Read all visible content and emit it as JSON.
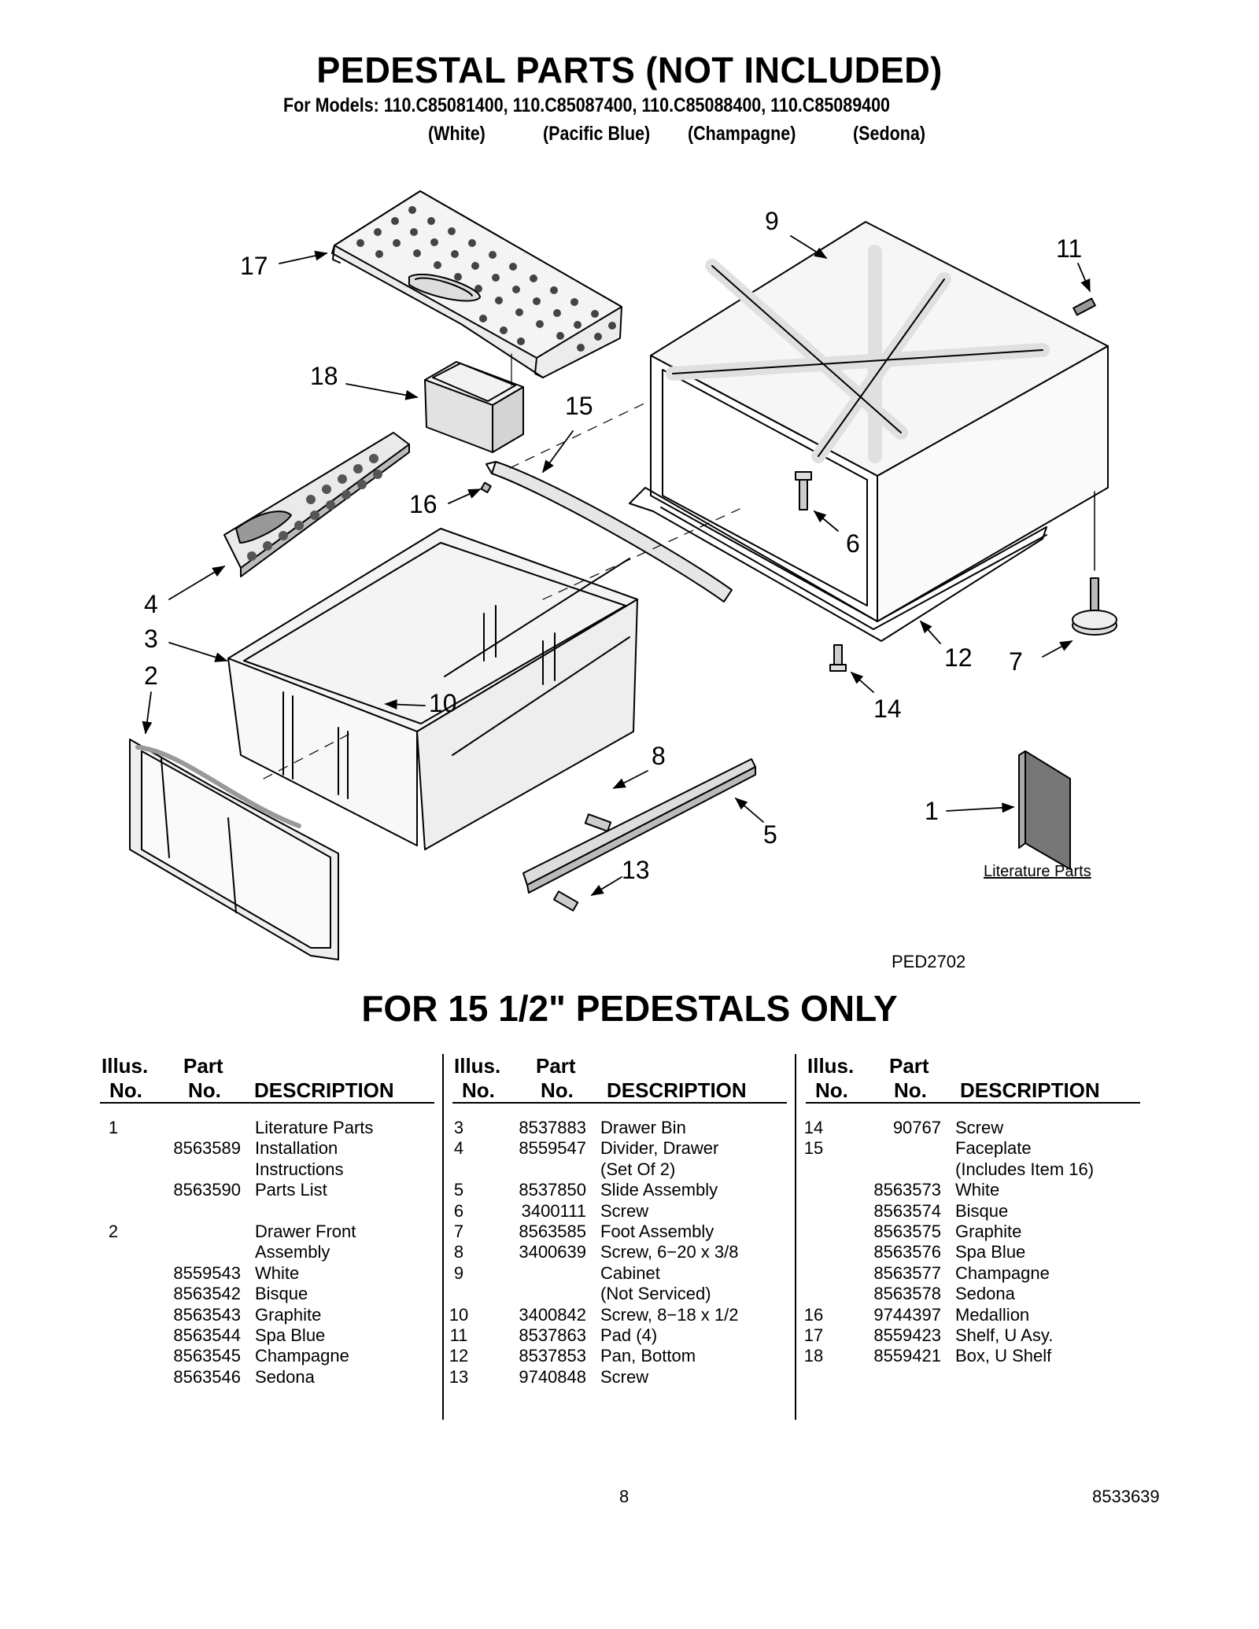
{
  "header": {
    "title": "PEDESTAL PARTS (NOT INCLUDED)",
    "models_line": "For Models: 110.C85081400, 110.C85087400, 110.C85088400, 110.C85089400",
    "colors": [
      "(White)",
      "(Pacific Blue)",
      "(Champagne)",
      "(Sedona)"
    ]
  },
  "diagram": {
    "callouts": [
      "17",
      "18",
      "15",
      "16",
      "4",
      "3",
      "2",
      "10",
      "9",
      "11",
      "6",
      "12",
      "7",
      "14",
      "8",
      "5",
      "13",
      "1"
    ],
    "literature_label": "Literature Parts",
    "ref_code": "PED2702"
  },
  "subtitle": "FOR 15 1/2\" PEDESTALS ONLY",
  "table": {
    "headers": {
      "illus_top": "Illus.",
      "illus_bottom": "No.",
      "part_top": "Part",
      "part_bottom": "No.",
      "description": "DESCRIPTION"
    },
    "columns": [
      [
        {
          "illus": "1",
          "part": "",
          "desc": "Literature Parts"
        },
        {
          "illus": "",
          "part": "8563589",
          "desc": "Installation"
        },
        {
          "illus": "",
          "part": "",
          "desc": "Instructions"
        },
        {
          "illus": "",
          "part": "8563590",
          "desc": "Parts List"
        },
        {
          "illus": "2",
          "part": "",
          "desc": "Drawer Front",
          "gap": true
        },
        {
          "illus": "",
          "part": "",
          "desc": "Assembly"
        },
        {
          "illus": "",
          "part": "8559543",
          "desc": "White"
        },
        {
          "illus": "",
          "part": "8563542",
          "desc": "Bisque"
        },
        {
          "illus": "",
          "part": "8563543",
          "desc": "Graphite"
        },
        {
          "illus": "",
          "part": "8563544",
          "desc": "Spa Blue"
        },
        {
          "illus": "",
          "part": "8563545",
          "desc": "Champagne"
        },
        {
          "illus": "",
          "part": "8563546",
          "desc": "Sedona"
        }
      ],
      [
        {
          "illus": "3",
          "part": "8537883",
          "desc": "Drawer Bin"
        },
        {
          "illus": "4",
          "part": "8559547",
          "desc": "Divider, Drawer"
        },
        {
          "illus": "",
          "part": "",
          "desc": "(Set Of 2)"
        },
        {
          "illus": "5",
          "part": "8537850",
          "desc": "Slide Assembly"
        },
        {
          "illus": "6",
          "part": "3400111",
          "desc": "Screw"
        },
        {
          "illus": "7",
          "part": "8563585",
          "desc": "Foot Assembly"
        },
        {
          "illus": "8",
          "part": "3400639",
          "desc": "Screw, 6−20 x 3/8"
        },
        {
          "illus": "9",
          "part": "",
          "desc": "Cabinet"
        },
        {
          "illus": "",
          "part": "",
          "desc": "(Not Serviced)"
        },
        {
          "illus": "10",
          "part": "3400842",
          "desc": "Screw, 8−18 x 1/2"
        },
        {
          "illus": "11",
          "part": "8537863",
          "desc": "Pad (4)"
        },
        {
          "illus": "12",
          "part": "8537853",
          "desc": "Pan, Bottom"
        },
        {
          "illus": "13",
          "part": "9740848",
          "desc": "Screw"
        }
      ],
      [
        {
          "illus": "14",
          "part": "90767",
          "desc": "Screw"
        },
        {
          "illus": "15",
          "part": "",
          "desc": "Faceplate"
        },
        {
          "illus": "",
          "part": "",
          "desc": "(Includes Item 16)"
        },
        {
          "illus": "",
          "part": "8563573",
          "desc": "White"
        },
        {
          "illus": "",
          "part": "8563574",
          "desc": "Bisque"
        },
        {
          "illus": "",
          "part": "8563575",
          "desc": "Graphite"
        },
        {
          "illus": "",
          "part": "8563576",
          "desc": "Spa Blue"
        },
        {
          "illus": "",
          "part": "8563577",
          "desc": "Champagne"
        },
        {
          "illus": "",
          "part": "8563578",
          "desc": "Sedona"
        },
        {
          "illus": "16",
          "part": "9744397",
          "desc": "Medallion"
        },
        {
          "illus": "17",
          "part": "8559423",
          "desc": "Shelf, U Asy."
        },
        {
          "illus": "18",
          "part": "8559421",
          "desc": "Box, U Shelf"
        }
      ]
    ]
  },
  "footer": {
    "page": "8",
    "doc_number": "8533639"
  }
}
